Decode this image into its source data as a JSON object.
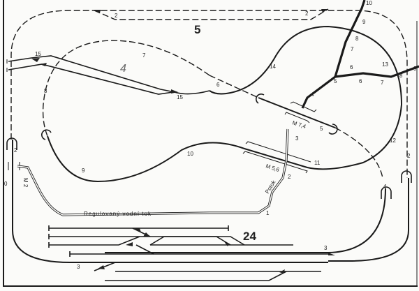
{
  "levels": {
    "level_5": "5",
    "level_4": "4",
    "level_24": "24"
  },
  "water": {
    "regulated_channel": "Regulovaný vodní tok",
    "stream": "Potok"
  },
  "bridges": {
    "m2": "M 2",
    "m74": "M 7,4",
    "m56": "M 5,6"
  },
  "labels": {
    "top_left_2": "2",
    "top_right_2": "2",
    "spur_15a": "15",
    "spur_15b": "15",
    "l7": "7",
    "l8": "8",
    "l6": "6",
    "l14": "14",
    "l13": "13",
    "l12": "12",
    "l9": "9",
    "l10": "10",
    "l11": "11",
    "l5": "5",
    "portal_4": "4",
    "right_2": "2",
    "left_2": "2",
    "yard_3a": "3",
    "yard_3b": "3",
    "r10": "10",
    "r9": "9",
    "r8": "8",
    "r7": "7",
    "r6": "6",
    "r5": "5",
    "r4": "4",
    "b6": "6",
    "b7": "7",
    "b8": "8",
    "b9": "9",
    "p3": "3",
    "p2": "2",
    "p1": "1",
    "c0": "0"
  }
}
